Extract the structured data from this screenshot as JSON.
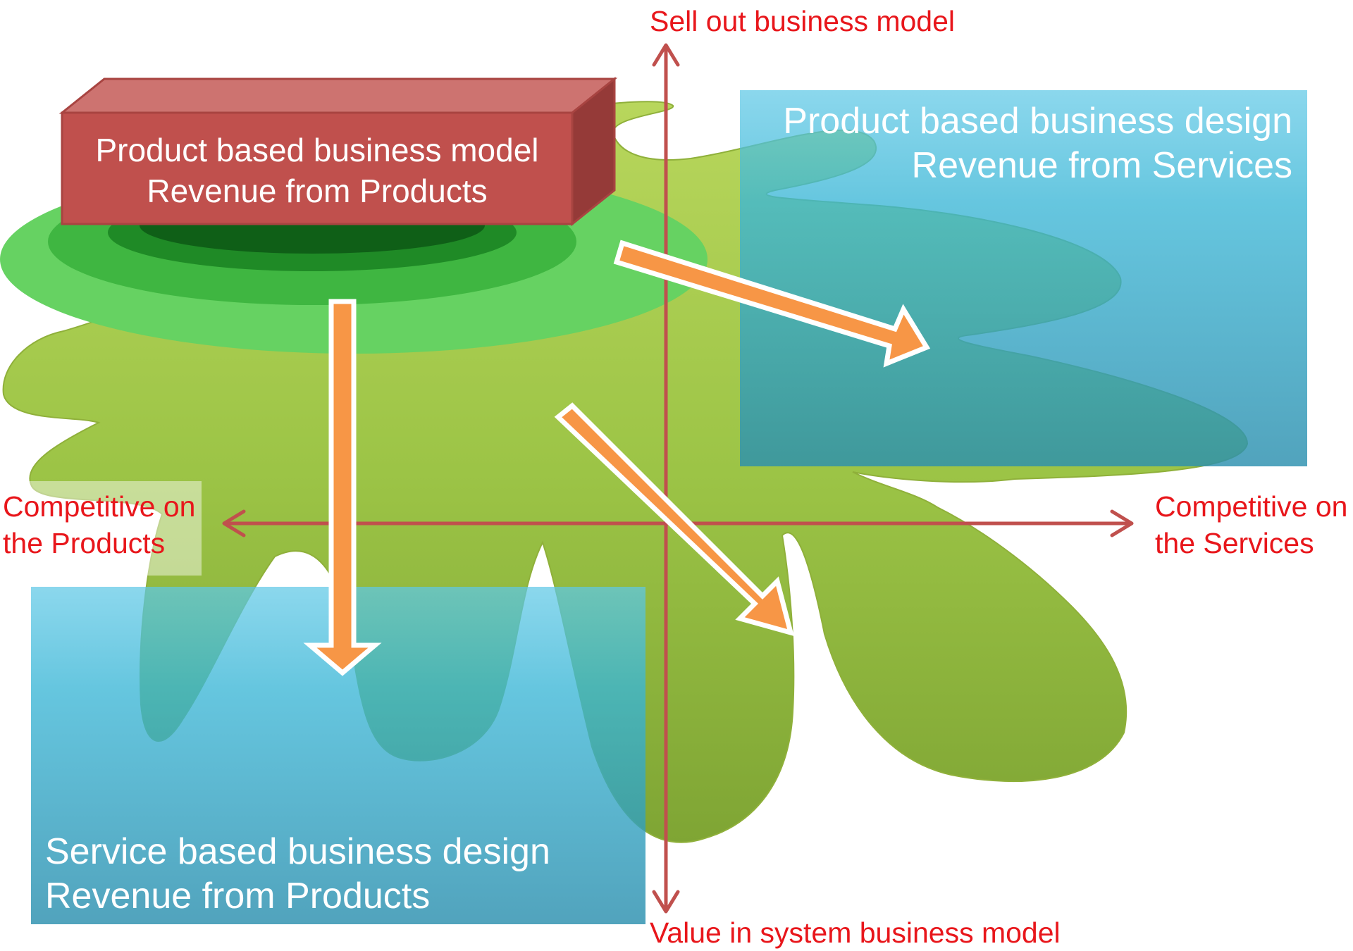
{
  "axes": {
    "top": "Sell out business model",
    "bottom": "Value in system business model",
    "left": [
      "Competitive on",
      "the Products"
    ],
    "right": [
      "Competitive on",
      "the Services"
    ]
  },
  "boxes": {
    "product_model": [
      "Product based business model",
      "Revenue from Products"
    ],
    "product_design": [
      "Product based business design",
      "Revenue from Services"
    ],
    "service_design": [
      "Service based business design",
      "Revenue from Products"
    ]
  },
  "colors": {
    "axis": "#c0504d",
    "axis_text": "#e8161b",
    "splash": "#92bd42",
    "box_blue": "#4bacc6",
    "arrow": "#f79646",
    "red_box": "#c0504d"
  }
}
